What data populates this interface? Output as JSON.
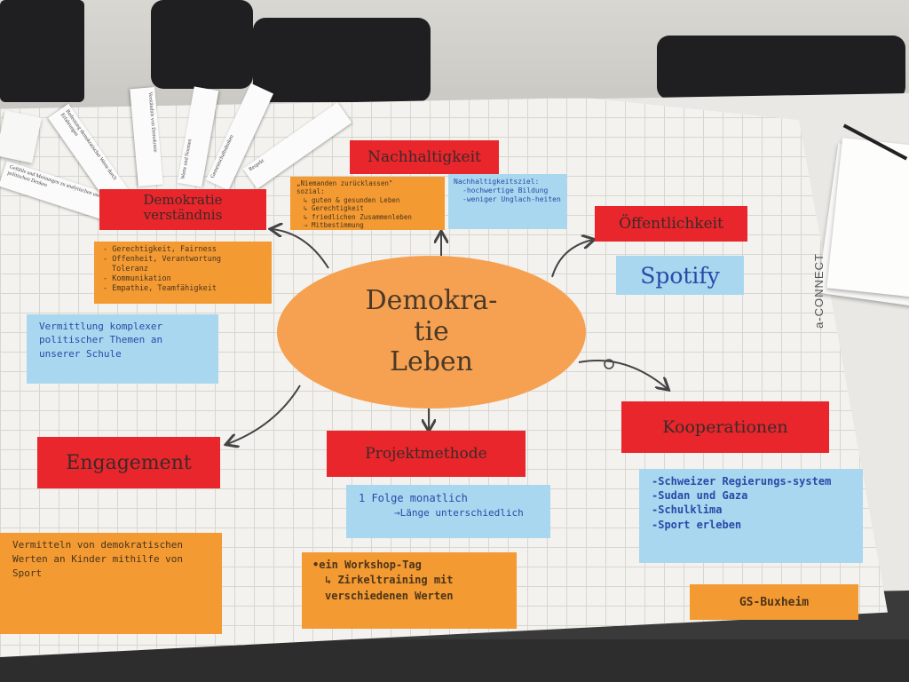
{
  "center": {
    "lines": [
      "Demokra-",
      "tie",
      "Leben"
    ]
  },
  "brand": "a-CONNECT",
  "nachhaltigkeit": {
    "title": "Nachhaltigkeit",
    "quote": "„Niemanden zurücklassen\"",
    "sub": "sozial:",
    "items": [
      "↳ guten & gesunden Leben",
      "↳ Gerechtigkeit",
      "↳ friedlichen Zusammenleben",
      "⇒ Mitbestimmung"
    ],
    "ziel_title": "Nachhaltigkeitsziel:",
    "ziel_items": [
      "-hochwertige Bildung",
      "-weniger Unglach-heiten"
    ]
  },
  "demokratieverstaendnis": {
    "title": "Demokratie verständnis",
    "items": [
      "- Gerechtigkeit, Fairness",
      "- Offenheit, Verantwortung",
      "Toleranz",
      "- Kommunikation",
      "- Empathie, Teamfähigkeit"
    ],
    "note": "Vermittlung komplexer politischer Themen an unserer Schule"
  },
  "oeffentlichkeit": {
    "title": "Öffentlichkeit",
    "spotify": "Spotify"
  },
  "kooperationen": {
    "title": "Kooperationen",
    "items": [
      "-Schweizer Regierungs-system",
      "-Sudan und Gaza",
      "-Schulklima",
      "-Sport erleben"
    ],
    "school": "GS-Buxheim"
  },
  "engagement": {
    "title": "Engagement",
    "note": "Vermitteln von demokratischen Werten an Kinder mithilfe von Sport"
  },
  "projektmethode": {
    "title": "Projektmethode",
    "folge": "1 Folge monatlich",
    "laenge": "→Länge unterschiedlich",
    "workshop": "•ein Workshop-Tag",
    "zirkel": "↳ Zirkeltraining mit verschiedenen Werten"
  },
  "strips": [
    "Gefühle und Meinungen zu analytischen und politischen Denken",
    "Bedeutung demokratischer Werte durch Erfahrungen",
    "Verständnis von Demokratie",
    "Werte und Normen",
    "Gemeinschaftsdenken",
    "Respekt"
  ],
  "colors": {
    "red": "#e8262b",
    "orange": "#f39a33",
    "blue": "#a9d7ef",
    "center": "#f6a152"
  }
}
